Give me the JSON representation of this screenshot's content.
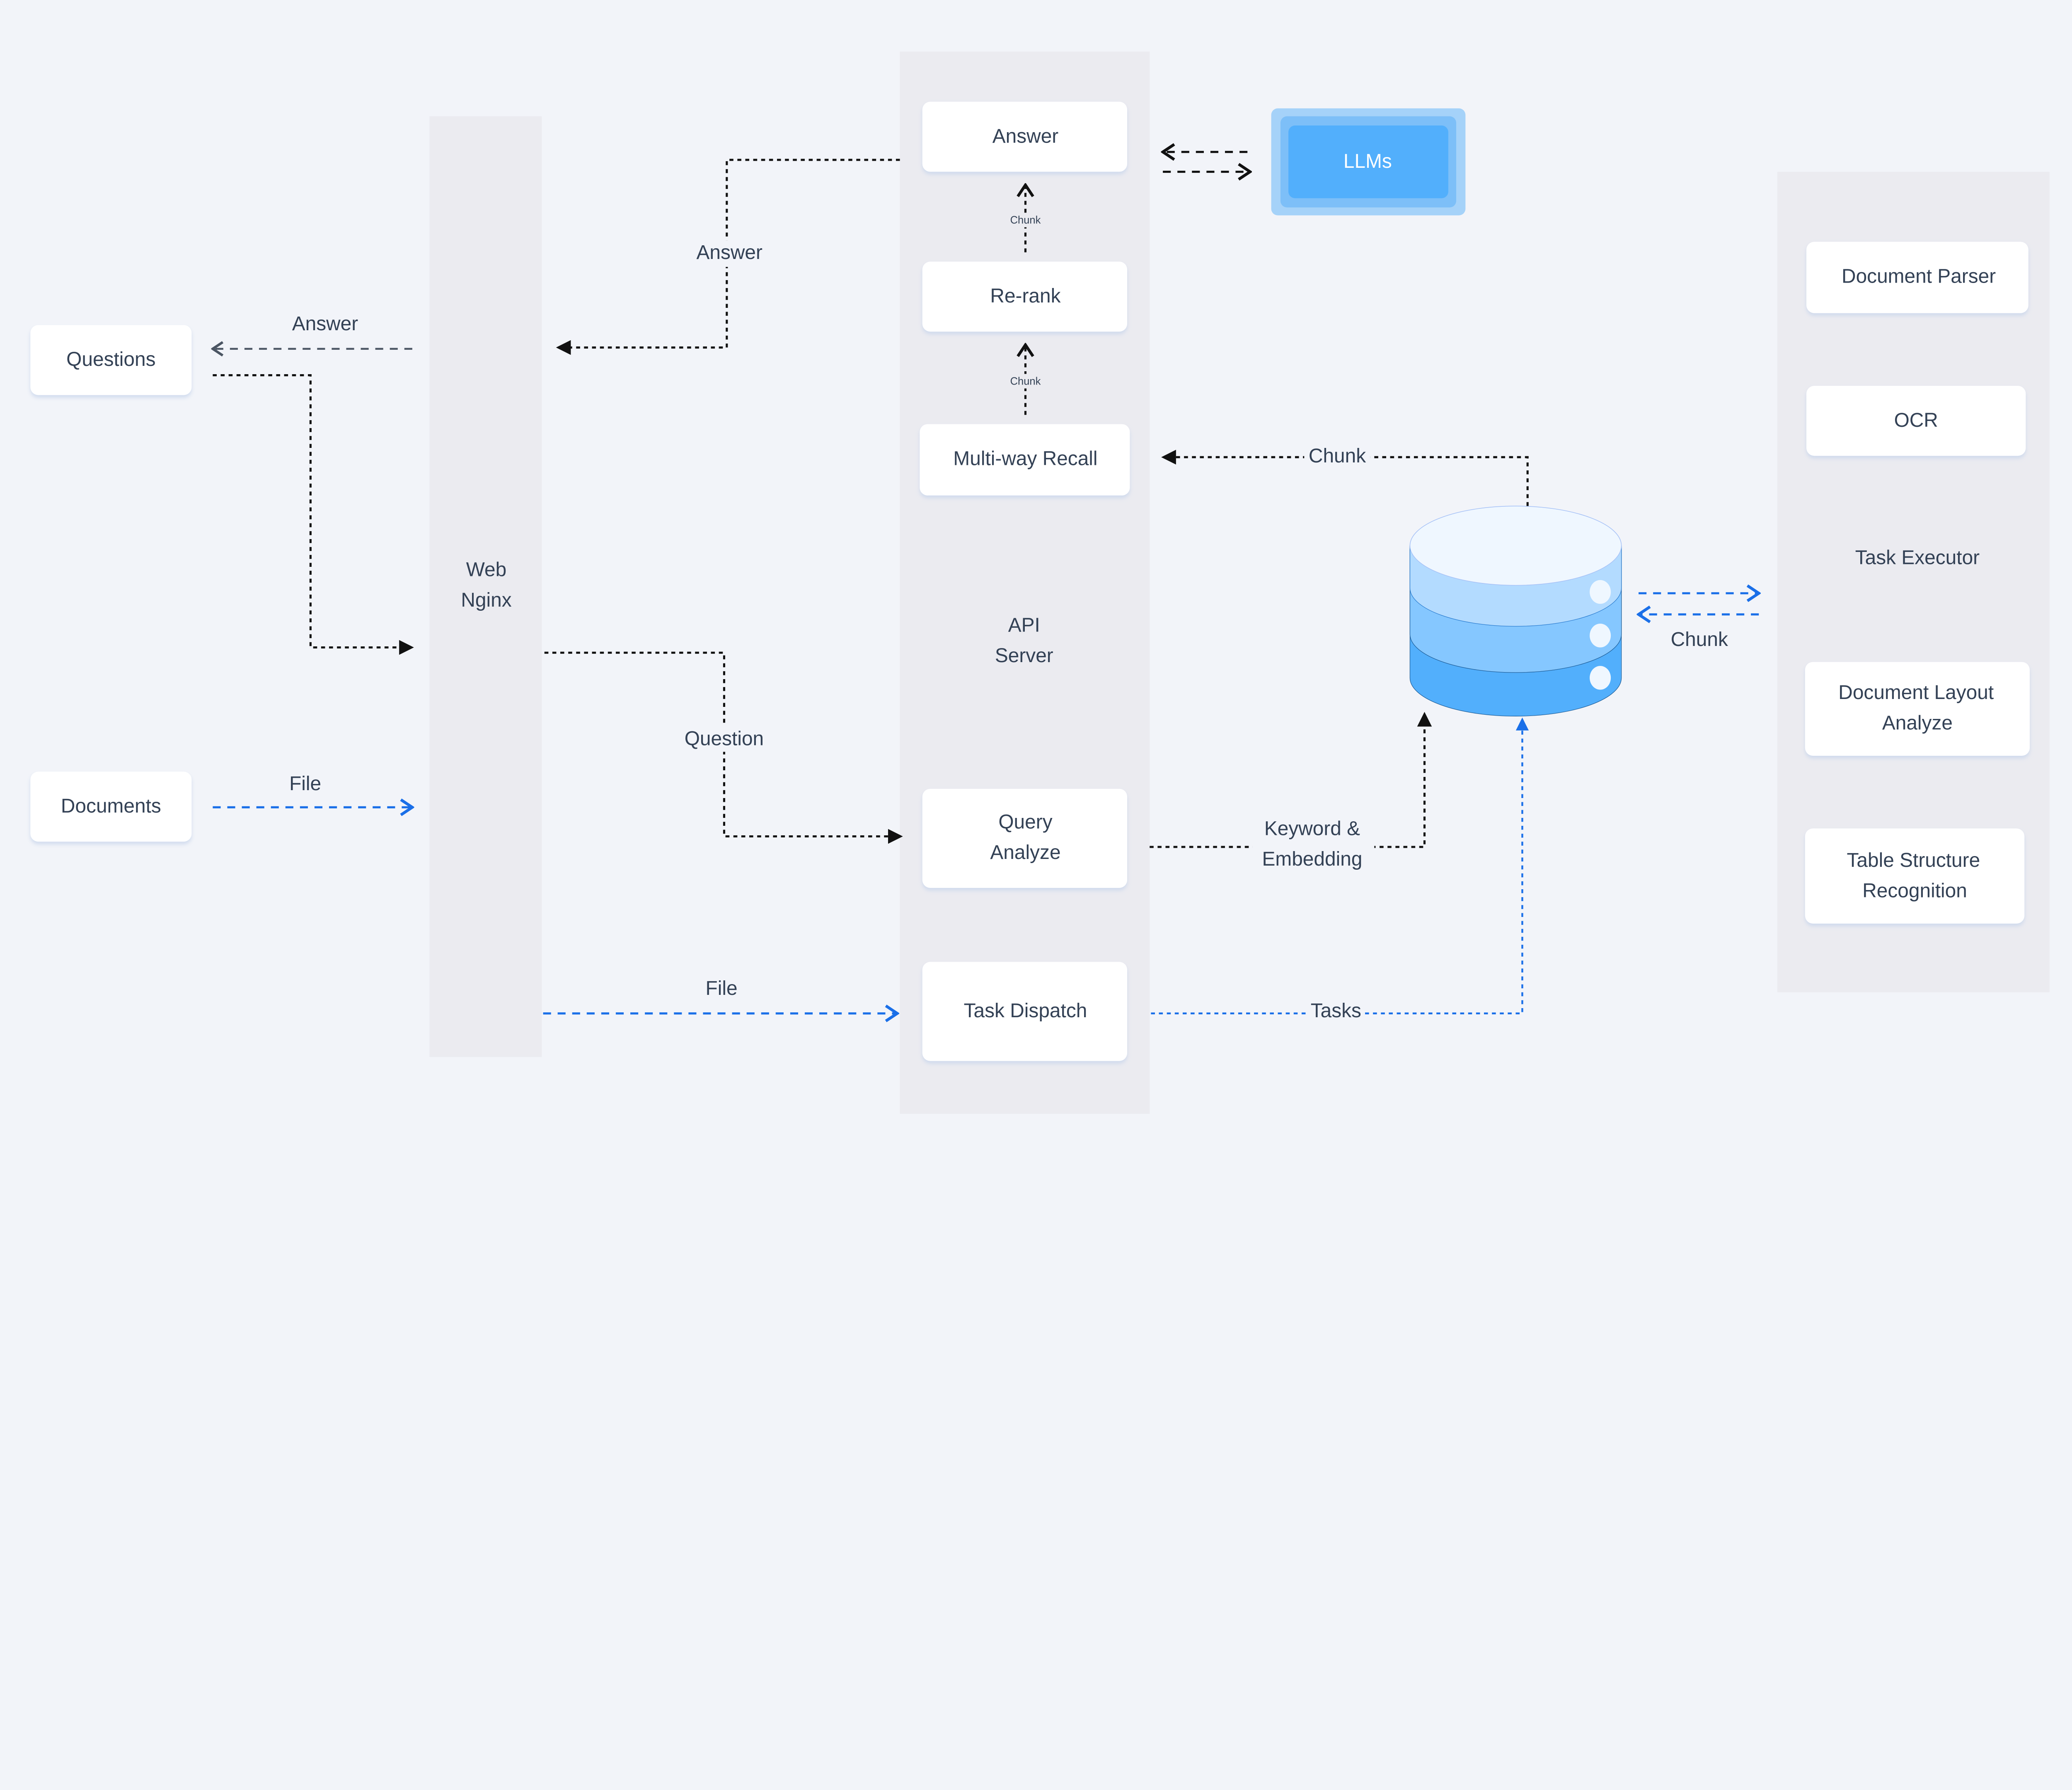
{
  "colors": {
    "background": "#f2f4f9",
    "column": "#ebebf0",
    "node": "#ffffff",
    "text": "#334155",
    "llm_outer": "#a5d2f9",
    "llm_mid": "#7dbff8",
    "llm_inner": "#52affc",
    "db_top": "#eff7ff",
    "db_band1": "#b3dbff",
    "db_band2": "#85c7ff",
    "db_band3": "#52affc",
    "flow_blue": "#1a6fe8"
  },
  "inputs": {
    "questions": "Questions",
    "documents": "Documents"
  },
  "web": {
    "line1": "Web",
    "line2": "Nginx"
  },
  "api": {
    "line1": "API",
    "line2": "Server",
    "answer": "Answer",
    "rerank": "Re-rank",
    "recall": "Multi-way Recall",
    "query_line1": "Query",
    "query_line2": "Analyze",
    "task_dispatch": "Task Dispatch"
  },
  "llms": "LLMs",
  "executor": {
    "title": "Task Executor",
    "document_parser": "Document Parser",
    "ocr": "OCR",
    "layout_line1": "Document Layout",
    "layout_line2": "Analyze",
    "table_line1": "Table Structure",
    "table_line2": "Recognition"
  },
  "edges": {
    "answer_to_questions": "Answer",
    "file_from_documents": "File",
    "answer_to_web": "Answer",
    "question_to_query": "Question",
    "file_to_dispatch": "File",
    "chunk_recall_to_rerank": "Chunk",
    "chunk_rerank_to_answer": "Chunk",
    "chunk_db_to_recall": "Chunk",
    "keyword_line1": "Keyword &",
    "keyword_line2": "Embedding",
    "tasks": "Tasks",
    "chunk_db_executor": "Chunk"
  }
}
